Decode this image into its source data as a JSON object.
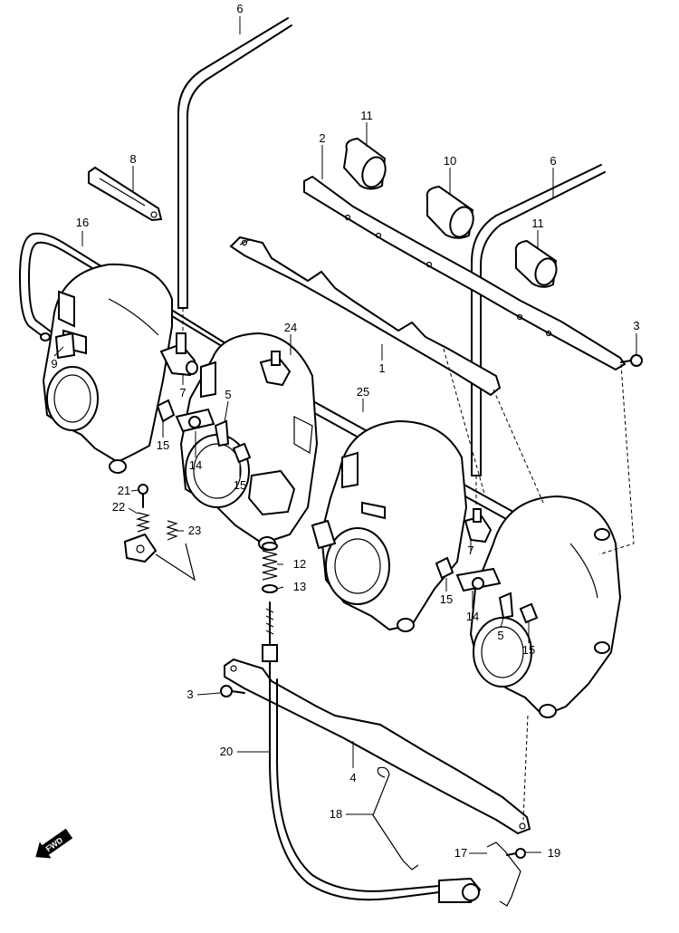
{
  "callouts": {
    "c1": "1",
    "c2": "2",
    "c3a": "3",
    "c3b": "3",
    "c4": "4",
    "c5a": "5",
    "c5b": "5",
    "c6a": "6",
    "c6b": "6",
    "c7a": "7",
    "c7b": "7",
    "c8": "8",
    "c9": "9",
    "c10": "10",
    "c11a": "11",
    "c11b": "11",
    "c12": "12",
    "c13": "13",
    "c14a": "14",
    "c14b": "14",
    "c15a": "15",
    "c15b": "15",
    "c15c": "15",
    "c15d": "15",
    "c16": "16",
    "c17": "17",
    "c18": "18",
    "c19": "19",
    "c20": "20",
    "c21": "21",
    "c22": "22",
    "c23": "23",
    "c24": "24",
    "c25": "25"
  },
  "fwd_label": "FWD"
}
